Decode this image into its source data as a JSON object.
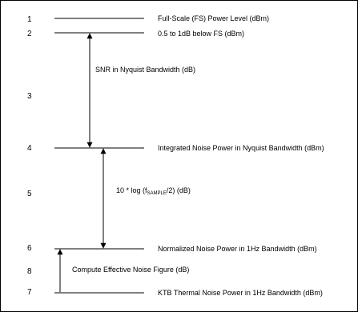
{
  "rows": [
    {
      "number": "1",
      "label": "Full-Scale (FS) Power Level (dBm)"
    },
    {
      "number": "2",
      "label": "0.5 to 1dB below FS (dBm)"
    },
    {
      "number": "3",
      "label": ""
    },
    {
      "number": "4",
      "label": "Integrated Noise Power in Nyquist Bandwidth (dBm)"
    },
    {
      "number": "5",
      "label": ""
    },
    {
      "number": "6",
      "label": "Normalized Noise Power in 1Hz Bandwidth (dBm)"
    },
    {
      "number": "8",
      "label": ""
    },
    {
      "number": "7",
      "label": "KTB Thermal Noise Power in 1Hz Bandwidth (dBm)"
    }
  ],
  "arrows": {
    "snr": {
      "label": "SNR in Nyquist Bandwidth (dB)"
    },
    "log": {
      "prefix": "10 * log (f",
      "subscript": "SAMPLE",
      "suffix": "/2) (dB)"
    },
    "nf": {
      "label": "Compute Effective Noise Figure (dB)"
    }
  }
}
